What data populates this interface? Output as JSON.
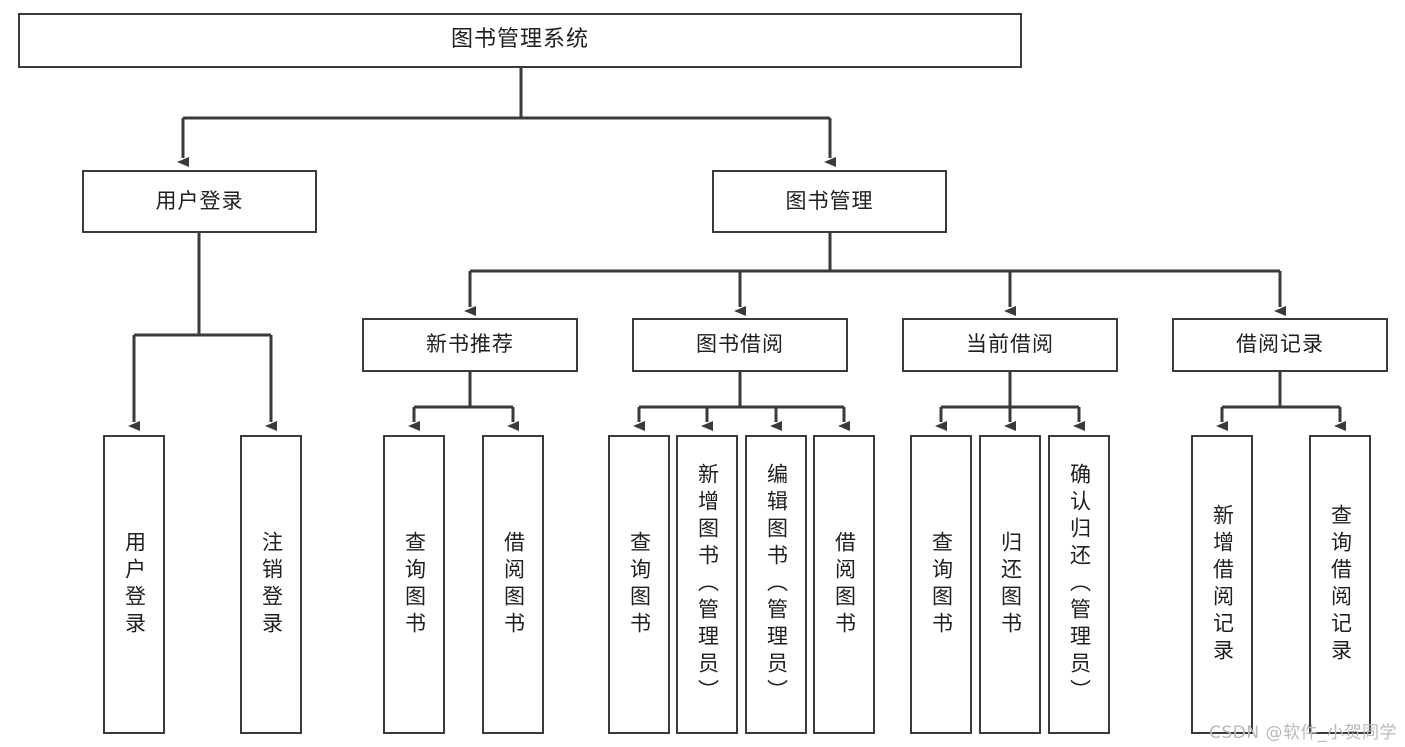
{
  "diagram": {
    "title": "图书管理系统",
    "type": "tree",
    "watermark": "CSDN @软件_小贺同学",
    "colors": {
      "stroke": "#3a3a3a",
      "fill": "#ffffff",
      "text": "#1f1f1f",
      "watermark": "#b9b9b9"
    },
    "root": {
      "label": "图书管理系统"
    },
    "level2": [
      {
        "label": "用户登录"
      },
      {
        "label": "图书管理"
      }
    ],
    "level3": [
      {
        "label": "新书推荐"
      },
      {
        "label": "图书借阅"
      },
      {
        "label": "当前借阅"
      },
      {
        "label": "借阅记录"
      }
    ],
    "leaves": {
      "user_login": [
        {
          "label": "用户登录"
        },
        {
          "label": "注销登录"
        }
      ],
      "new_book_recommend": [
        {
          "label": "查询图书"
        },
        {
          "label": "借阅图书"
        }
      ],
      "book_borrow": [
        {
          "label": "查询图书"
        },
        {
          "label": "新增图书（管理员）"
        },
        {
          "label": "编辑图书（管理员）"
        },
        {
          "label": "借阅图书"
        }
      ],
      "current_borrow": [
        {
          "label": "查询图书"
        },
        {
          "label": "归还图书"
        },
        {
          "label": "确认归还（管理员）"
        }
      ],
      "borrow_record": [
        {
          "label": "新增借阅记录"
        },
        {
          "label": "查询借阅记录"
        }
      ]
    }
  }
}
